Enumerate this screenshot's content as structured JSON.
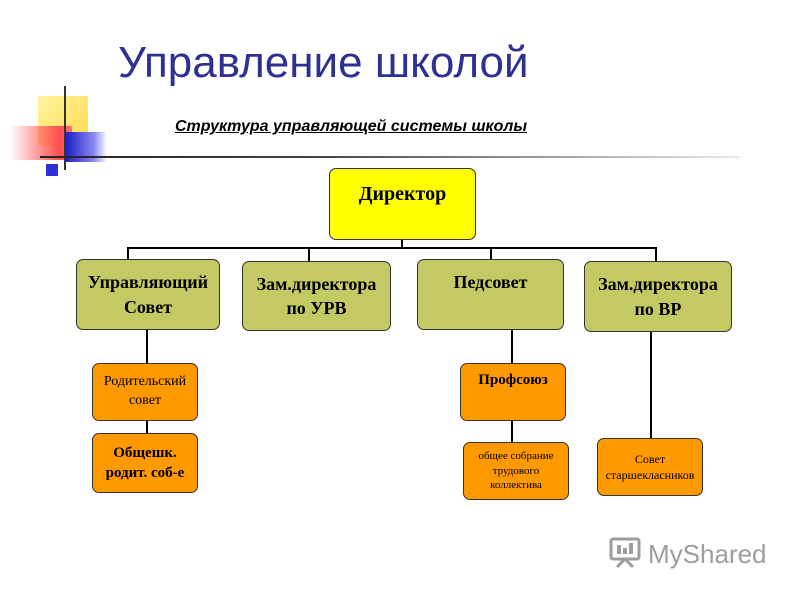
{
  "header": {
    "title": "Управление школой",
    "subtitle": "Структура управляющей системы школы"
  },
  "diagram": {
    "root": "Директор",
    "level1": [
      "Управляющий\nСовет",
      "Зам.директора\nпо УРВ",
      "Педсовет",
      "Зам.директора\nпо ВР"
    ],
    "level2": {
      "parents_council": "Родительский\nсовет",
      "general_parents_meeting": "Общешк.\nродит. соб-е",
      "trade_union": "Профсоюз",
      "labor_collective_meeting": "общее собрание\nтрудового\nколлектива",
      "senior_students_council": "Совет\nстаршеклаcников"
    }
  },
  "watermark": {
    "text": "MyShared",
    "icon": "presentation-board-icon"
  },
  "colors": {
    "title": "#2e3192",
    "root_fill": "#ffff00",
    "level1_fill": "#c4c964",
    "level2_fill": "#ff9900",
    "deco_yellow": "#ffe566",
    "deco_blue": "#2f2fd8",
    "deco_red": "#ff4d4d"
  }
}
